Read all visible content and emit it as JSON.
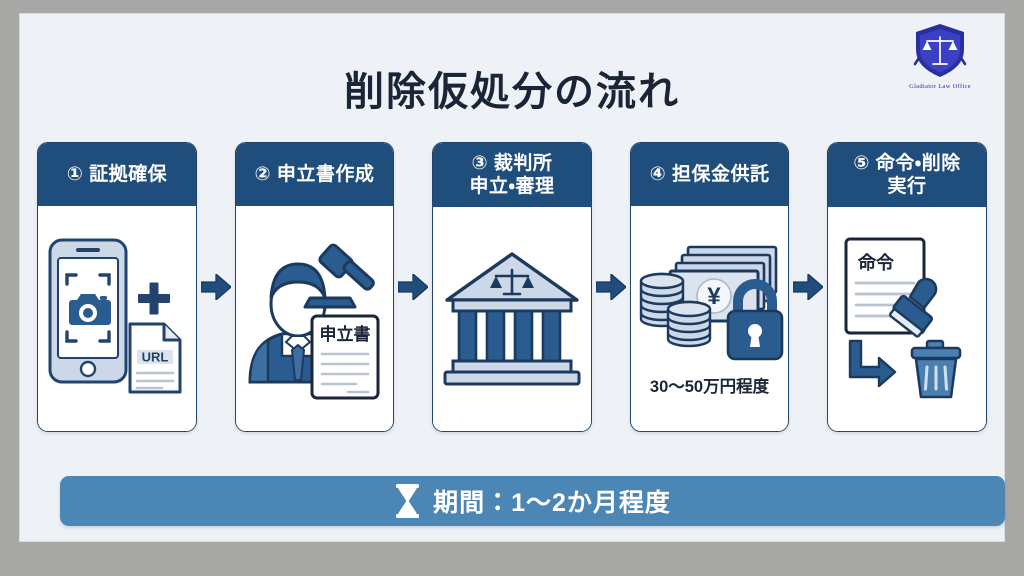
{
  "slide": {
    "title": "削除仮処分の流れ",
    "background_color": "#eef2f7",
    "accent_navy": "#1f4d7c",
    "accent_blue": "#4c86b4"
  },
  "logo": {
    "caption": "Gladiator Law Office",
    "mark_name": "shield-scales-logo",
    "color": "#2a2fa0"
  },
  "steps": [
    {
      "number": "①",
      "heading": "① 証拠確保",
      "icons": [
        "smartphone-camera-icon",
        "plus-icon",
        "url-document-icon"
      ],
      "document_label": "URL",
      "caption": ""
    },
    {
      "number": "②",
      "heading": "② 申立書作成",
      "icons": [
        "lawyer-person-icon",
        "gavel-icon",
        "petition-document-icon"
      ],
      "document_label": "申立書",
      "caption": ""
    },
    {
      "number": "③",
      "heading": "③ 裁判所\n申立・審理",
      "heading_line1": "③ 裁判所",
      "heading_line2": "申立・審理",
      "icons": [
        "courthouse-icon",
        "scales-icon"
      ],
      "document_label": "",
      "caption": ""
    },
    {
      "number": "④",
      "heading": "④ 担保金供託",
      "icons": [
        "coins-icon",
        "banknotes-yen-icon",
        "padlock-icon"
      ],
      "document_label": "¥",
      "caption": "30〜50万円程度"
    },
    {
      "number": "⑤",
      "heading": "⑤ 命令・削除\n実行",
      "heading_line1": "⑤ 命令・削除",
      "heading_line2": "実行",
      "icons": [
        "order-document-icon",
        "stamp-icon",
        "arrow-down-right-icon",
        "trash-bin-icon"
      ],
      "document_label": "命令",
      "caption": ""
    }
  ],
  "arrows": {
    "icon": "arrow-right-icon",
    "count": 4,
    "color": "#1f4d7c"
  },
  "duration": {
    "icon": "hourglass-icon",
    "label": "期間：1〜2か月程度"
  }
}
